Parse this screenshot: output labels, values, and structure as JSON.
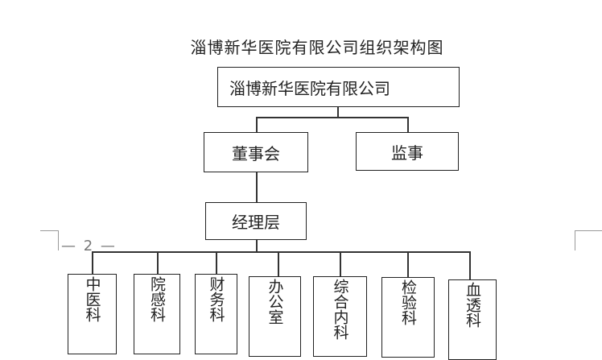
{
  "title": "淄博新华医院有限公司组织架构图",
  "page_number": "— 2 —",
  "nodes": {
    "root": "淄博新华医院有限公司",
    "board": "董事会",
    "supervisor": "监事",
    "management": "经理层"
  },
  "departments": [
    {
      "label": "中医科"
    },
    {
      "label": "院感科"
    },
    {
      "label": "财务科"
    },
    {
      "label": "办公室"
    },
    {
      "label": "综合内科"
    },
    {
      "label": "检验科"
    },
    {
      "label": "血透科"
    }
  ]
}
